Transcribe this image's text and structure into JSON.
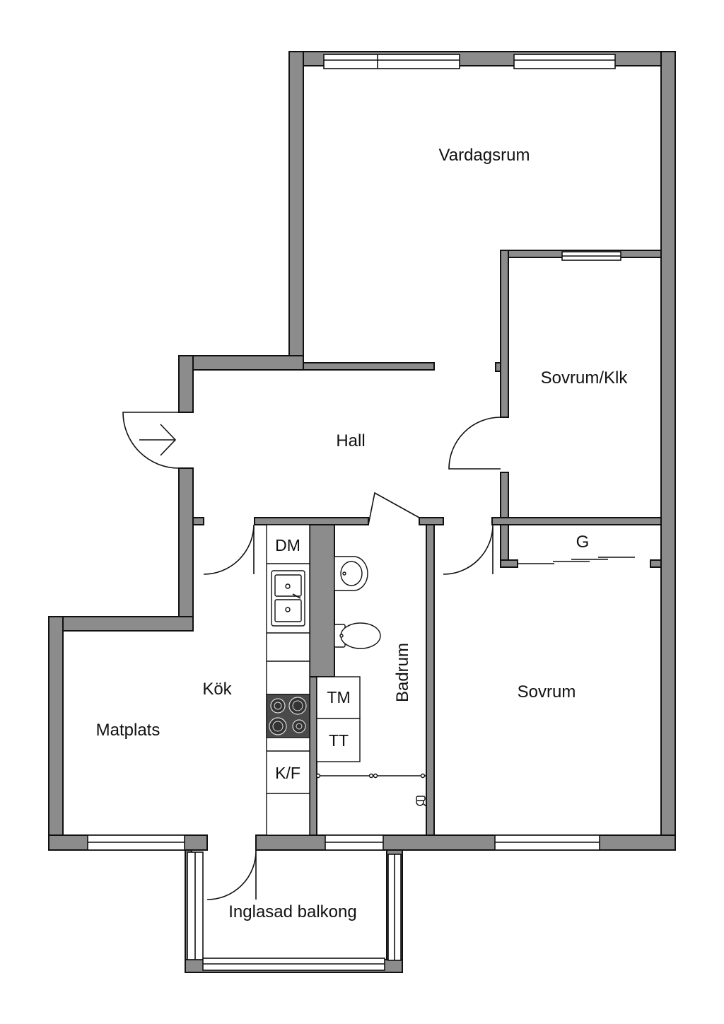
{
  "rooms": {
    "vardagsrum": "Vardagsrum",
    "sovrum_klk": "Sovrum/Klk",
    "hall": "Hall",
    "g": "G",
    "kok": "Kök",
    "matplats": "Matplats",
    "badrum": "Badrum",
    "sovrum": "Sovrum",
    "balkong": "Inglasad balkong"
  },
  "fixtures": {
    "dm": "DM",
    "tm": "TM",
    "tt": "TT",
    "kf": "K/F"
  },
  "colors": {
    "wall_fill": "#8c8c8c",
    "line": "#111111",
    "background": "#ffffff"
  }
}
